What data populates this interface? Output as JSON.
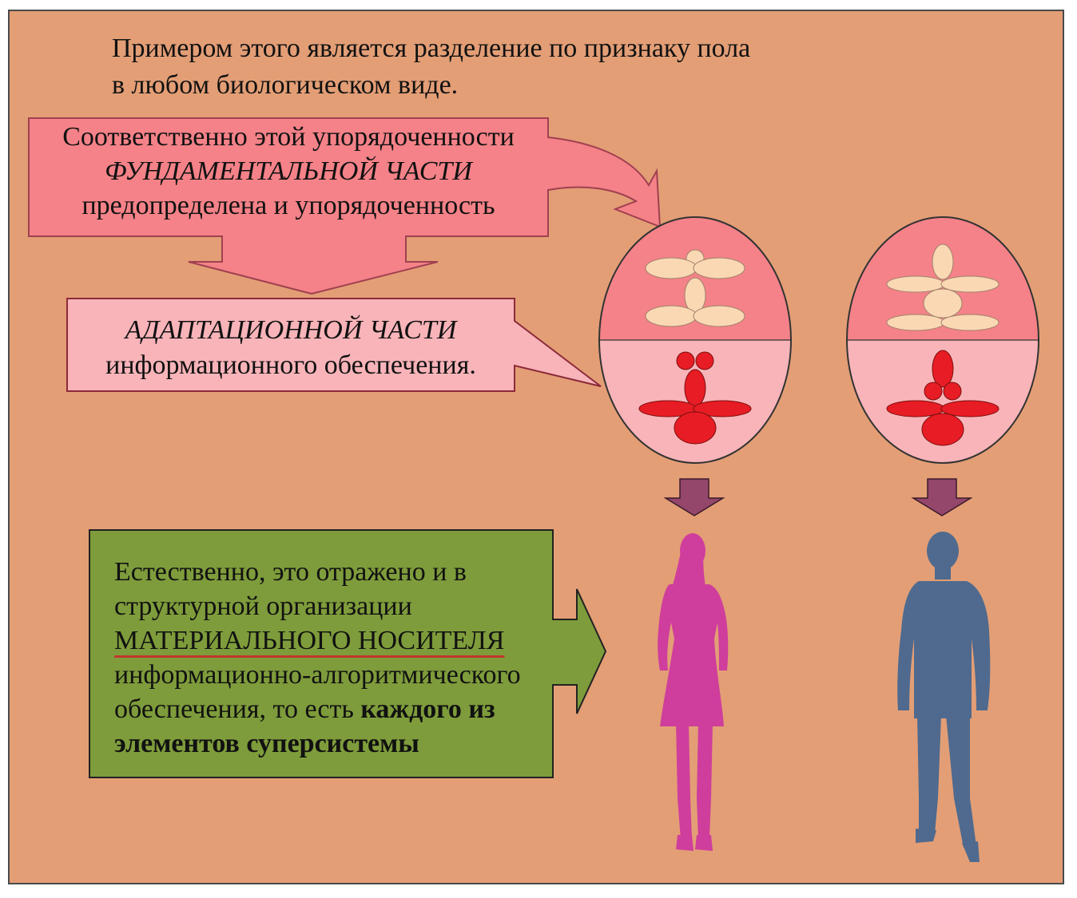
{
  "intro": {
    "line1": "Примером этого является разделение по признаку пола",
    "line2": "в любом биологическом виде."
  },
  "callout_fundamental": {
    "line1": "Соответственно этой упорядоченности",
    "line2": "ФУНДАМЕНТАЛЬНОЙ ЧАСТИ",
    "line3": "предопределена и упорядоченность"
  },
  "callout_adaptation": {
    "line1": "АДАПТАЦИОННОЙ ЧАСТИ",
    "line2": "информационного обеспечения."
  },
  "green_box": {
    "line1": "Естественно, это отражено и в",
    "line2": "структурной организации",
    "line3": "МАТЕРИАЛЬНОГО НОСИТЕЛЯ",
    "line4": "информационно-алгоритмического",
    "line5_plain": "обеспечения, то есть ",
    "line5_bold": "каждого из",
    "line6_bold": "элементов суперсистемы"
  },
  "colors": {
    "background": "#E39E76",
    "callout_dark": "#F48288",
    "callout_light": "#F8B4B9",
    "green_box": "#7E9C3B",
    "female": "#CF3E9C",
    "male": "#4F6A8E",
    "down_arrow": "#94476A",
    "light_blob": "#FAD8B4",
    "red_blob": "#E81C24"
  }
}
